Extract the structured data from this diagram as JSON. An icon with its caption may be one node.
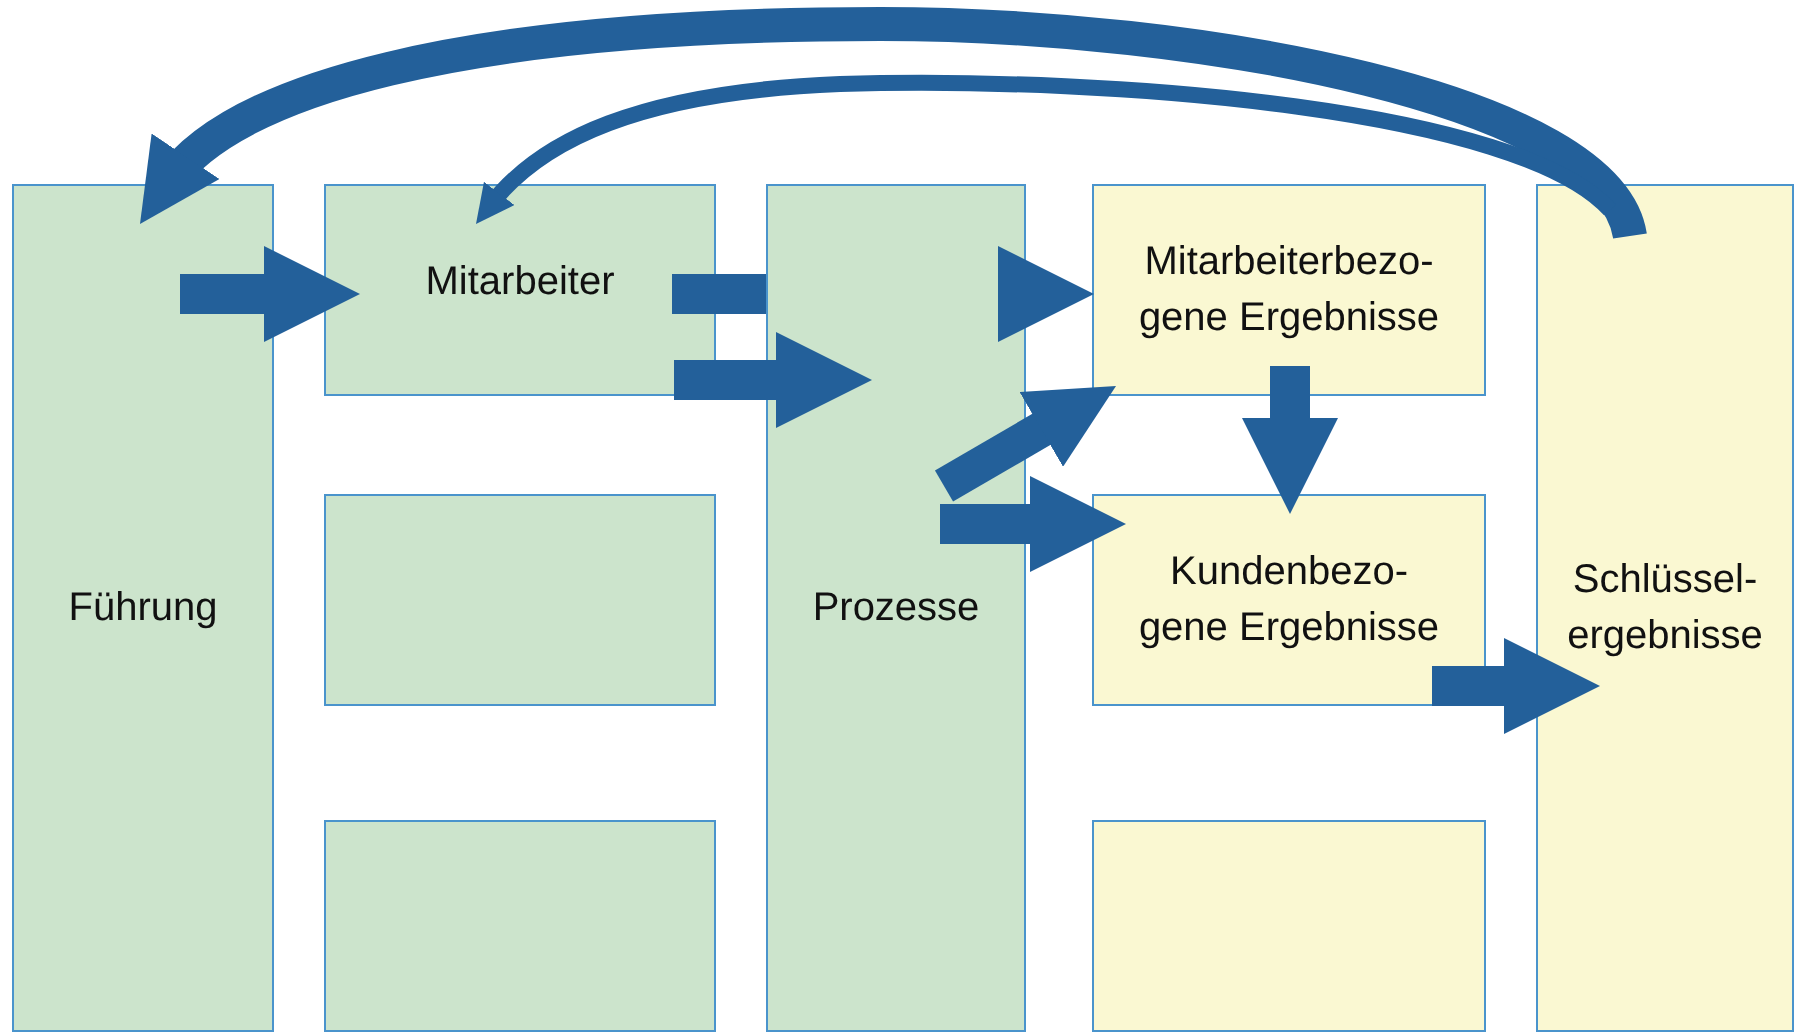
{
  "diagram": {
    "nodes": [
      {
        "text": [
          "Führung"
        ]
      },
      {
        "text": [
          "Mitarbeiter"
        ]
      },
      {
        "text": [],
        "shape": "box"
      },
      {
        "text": [],
        "shape": "box"
      },
      {
        "text": [
          "Prozesse"
        ]
      },
      {
        "text": [
          "Mitarbeiterbezo- gene Ergebnisse"
        ]
      },
      {
        "text": [
          "Kundenbezo- gene Ergebnisse"
        ]
      },
      {
        "text": [],
        "shape": "box"
      },
      {
        "text": [
          "Schlüssel- ergebnisse"
        ]
      }
    ],
    "edges": [
      {
        "from": 0,
        "to": 1,
        "arrow": "to"
      },
      {
        "from": 1,
        "to": 4,
        "arrow": "none"
      },
      {
        "from": 4,
        "to": 5,
        "arrow": "to"
      },
      {
        "from": 1,
        "to": 4,
        "arrow": "to"
      },
      {
        "from": 4,
        "to": 5,
        "arrow": "to"
      },
      {
        "from": 4,
        "to": 6,
        "arrow": "to"
      },
      {
        "from": 5,
        "to": 6,
        "arrow": "to"
      },
      {
        "from": 6,
        "to": 8,
        "arrow": "to"
      },
      {
        "from": 8,
        "to": 0,
        "arrow": "to"
      },
      {
        "from": 8,
        "to": 1,
        "arrow": "to"
      }
    ]
  }
}
